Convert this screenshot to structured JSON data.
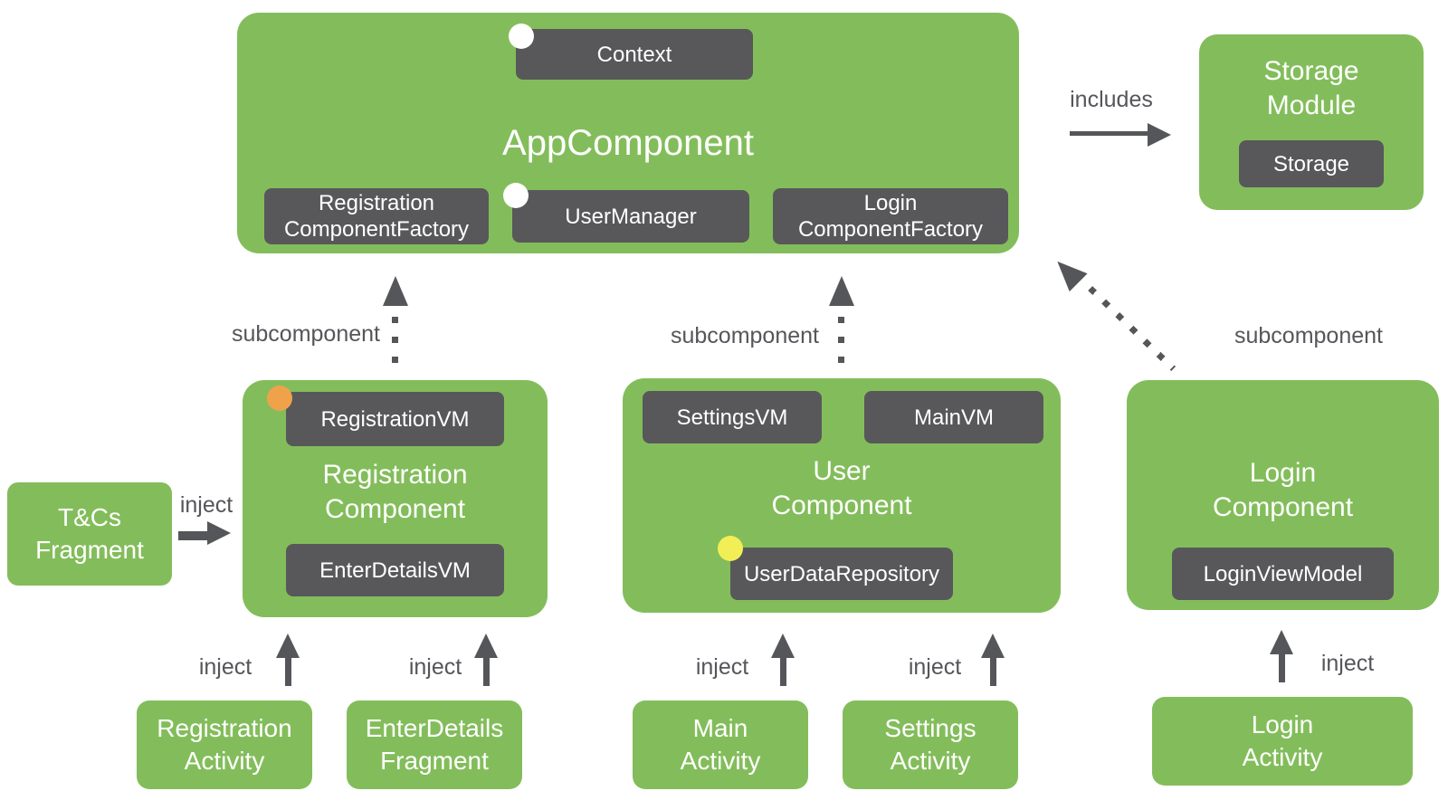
{
  "labels": {
    "includes": "includes",
    "subcomponent": "subcomponent",
    "inject": "inject"
  },
  "app_component": {
    "title": "AppComponent",
    "context_chip": "Context",
    "registration_factory_chip": "Registration\nComponentFactory",
    "user_manager_chip": "UserManager",
    "login_factory_chip": "Login\nComponentFactory"
  },
  "storage_module": {
    "title": "Storage\nModule",
    "storage_chip": "Storage"
  },
  "registration_component": {
    "title": "Registration\nComponent",
    "registration_vm_chip": "RegistrationVM",
    "enter_details_vm_chip": "EnterDetailsVM"
  },
  "user_component": {
    "title": "User\nComponent",
    "settings_vm_chip": "SettingsVM",
    "main_vm_chip": "MainVM",
    "user_data_repository_chip": "UserDataRepository"
  },
  "login_component": {
    "title": "Login\nComponent",
    "login_view_model_chip": "LoginViewModel"
  },
  "tcs_fragment": {
    "title": "T&Cs\nFragment"
  },
  "activities": {
    "registration_activity": "Registration\nActivity",
    "enter_details_fragment": "EnterDetails\nFragment",
    "main_activity": "Main\nActivity",
    "settings_activity": "Settings\nActivity",
    "login_activity": "Login\nActivity"
  },
  "colors": {
    "component_green": "#83BD5B",
    "chip_dark": "#58585A",
    "arrow_gray": "#55565A",
    "scope_dot_white": "#FFFFFF",
    "scope_dot_orange": "#F0A24B",
    "scope_dot_yellow": "#F2EE55",
    "background": "#FFFFFF"
  }
}
